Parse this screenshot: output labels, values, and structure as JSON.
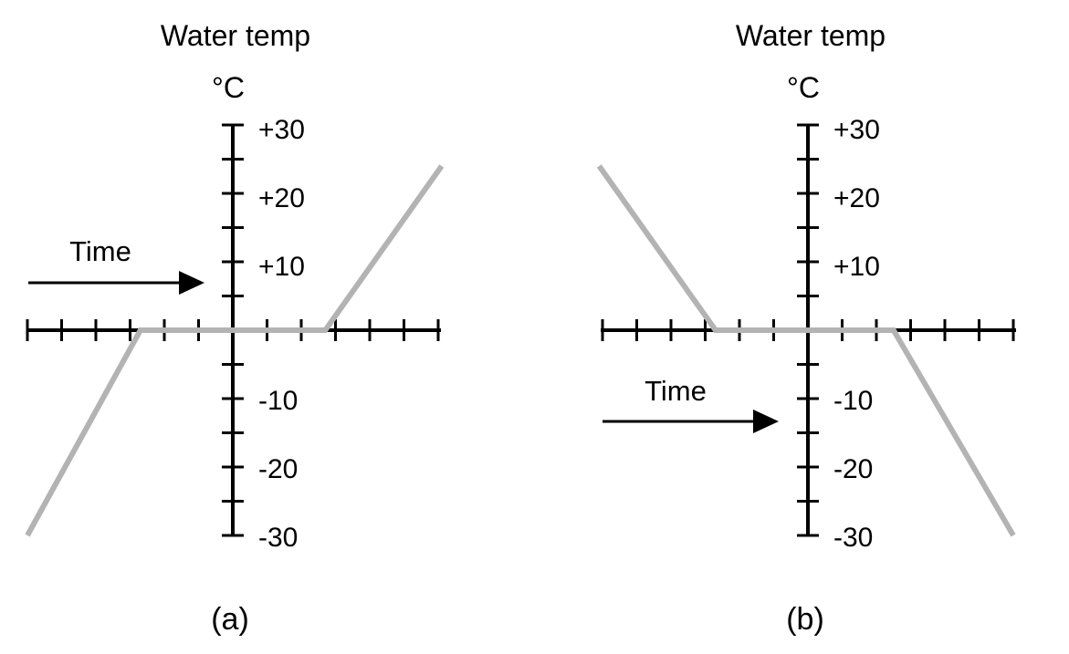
{
  "chart_data": [
    {
      "type": "line",
      "panel_label": "(a)",
      "title": "Water  temp",
      "ylabel": "°C",
      "time_label": "Time",
      "yticks": [
        "+30",
        "+20",
        "+10",
        "-10",
        "-20",
        "-30"
      ],
      "ylim": [
        -30,
        30
      ],
      "series": [
        {
          "x": [
            -6,
            -2.7,
            2.7,
            6.1
          ],
          "y": [
            -30,
            0,
            0,
            24
          ]
        }
      ]
    },
    {
      "type": "line",
      "panel_label": "(b)",
      "title": "Water  temp",
      "ylabel": "°C",
      "time_label": "Time",
      "yticks": [
        "+30",
        "+20",
        "+10",
        "-10",
        "-20",
        "-30"
      ],
      "ylim": [
        -30,
        30
      ],
      "series": [
        {
          "x": [
            -6.1,
            -2.7,
            2.5,
            6
          ],
          "y": [
            24,
            0,
            0,
            -30
          ]
        }
      ]
    }
  ]
}
